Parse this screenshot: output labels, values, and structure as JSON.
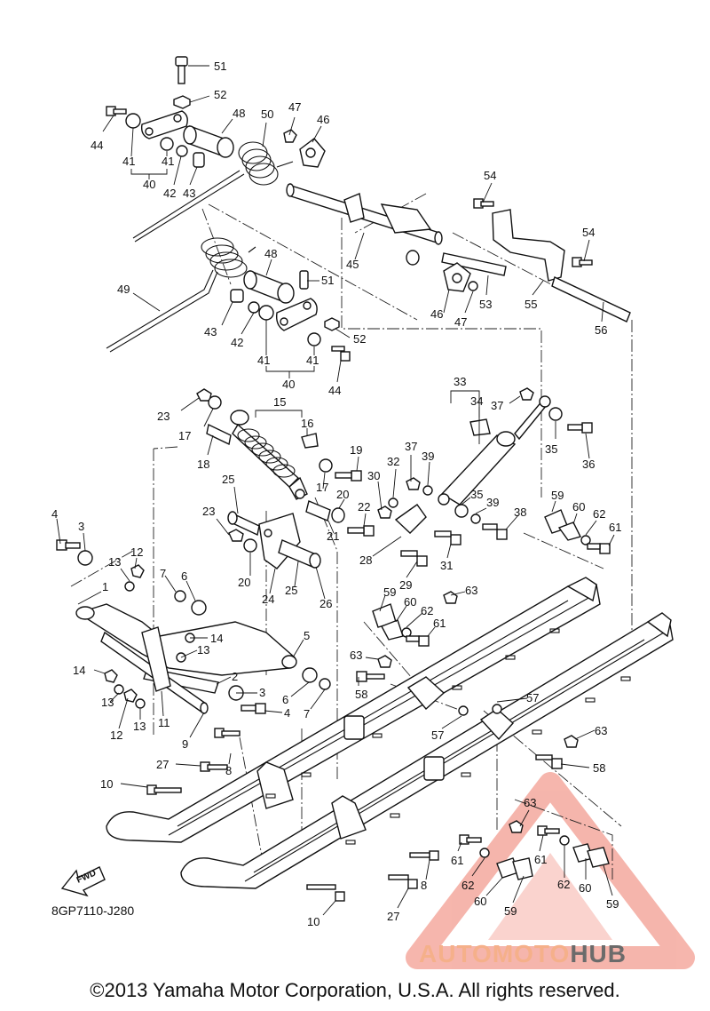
{
  "diagram": {
    "part_code": "8GP7110-J280",
    "fwd_label": "FWD",
    "copyright": "©2013 Yamaha Motor Corporation, U.S.A. All rights reserved.",
    "watermark": {
      "part1": "AUTOMOTO",
      "part2": "HUB",
      "color_primary": "#ee7a6a",
      "color_secondary": "#6b6b6b"
    },
    "callouts": [
      {
        "id": "51",
        "label": "51"
      },
      {
        "id": "52a",
        "label": "52"
      },
      {
        "id": "44a",
        "label": "44"
      },
      {
        "id": "48a",
        "label": "48"
      },
      {
        "id": "50",
        "label": "50"
      },
      {
        "id": "47a",
        "label": "47"
      },
      {
        "id": "46a",
        "label": "46"
      },
      {
        "id": "41a",
        "label": "41"
      },
      {
        "id": "41b",
        "label": "41"
      },
      {
        "id": "40a",
        "label": "40"
      },
      {
        "id": "42a",
        "label": "42"
      },
      {
        "id": "43a",
        "label": "43"
      },
      {
        "id": "54a",
        "label": "54"
      },
      {
        "id": "54b",
        "label": "54"
      },
      {
        "id": "45",
        "label": "45"
      },
      {
        "id": "48b",
        "label": "48"
      },
      {
        "id": "51b",
        "label": "51"
      },
      {
        "id": "49",
        "label": "49"
      },
      {
        "id": "46b",
        "label": "46"
      },
      {
        "id": "47b",
        "label": "47"
      },
      {
        "id": "53",
        "label": "53"
      },
      {
        "id": "55",
        "label": "55"
      },
      {
        "id": "56",
        "label": "56"
      },
      {
        "id": "43b",
        "label": "43"
      },
      {
        "id": "42b",
        "label": "42"
      },
      {
        "id": "41c",
        "label": "41"
      },
      {
        "id": "41d",
        "label": "41"
      },
      {
        "id": "52b",
        "label": "52"
      },
      {
        "id": "40b",
        "label": "40"
      },
      {
        "id": "44b",
        "label": "44"
      },
      {
        "id": "33",
        "label": "33"
      },
      {
        "id": "34",
        "label": "34"
      },
      {
        "id": "37a",
        "label": "37"
      },
      {
        "id": "15",
        "label": "15"
      },
      {
        "id": "16",
        "label": "16"
      },
      {
        "id": "23a",
        "label": "23"
      },
      {
        "id": "17a",
        "label": "17"
      },
      {
        "id": "18",
        "label": "18"
      },
      {
        "id": "35a",
        "label": "35"
      },
      {
        "id": "36",
        "label": "36"
      },
      {
        "id": "19",
        "label": "19"
      },
      {
        "id": "17b",
        "label": "17"
      },
      {
        "id": "37b",
        "label": "37"
      },
      {
        "id": "32",
        "label": "32"
      },
      {
        "id": "39a",
        "label": "39"
      },
      {
        "id": "25a",
        "label": "25"
      },
      {
        "id": "30",
        "label": "30"
      },
      {
        "id": "20a",
        "label": "20"
      },
      {
        "id": "35b",
        "label": "35"
      },
      {
        "id": "39b",
        "label": "39"
      },
      {
        "id": "22",
        "label": "22"
      },
      {
        "id": "59a",
        "label": "59"
      },
      {
        "id": "60a",
        "label": "60"
      },
      {
        "id": "62a",
        "label": "62"
      },
      {
        "id": "38",
        "label": "38"
      },
      {
        "id": "61a",
        "label": "61"
      },
      {
        "id": "23b",
        "label": "23"
      },
      {
        "id": "21",
        "label": "21"
      },
      {
        "id": "28",
        "label": "28"
      },
      {
        "id": "31",
        "label": "31"
      },
      {
        "id": "4a",
        "label": "4"
      },
      {
        "id": "3a",
        "label": "3"
      },
      {
        "id": "20b",
        "label": "20"
      },
      {
        "id": "24",
        "label": "24"
      },
      {
        "id": "25b",
        "label": "25"
      },
      {
        "id": "29",
        "label": "29"
      },
      {
        "id": "12a",
        "label": "12"
      },
      {
        "id": "13a",
        "label": "13"
      },
      {
        "id": "7a",
        "label": "7"
      },
      {
        "id": "6a",
        "label": "6"
      },
      {
        "id": "26",
        "label": "26"
      },
      {
        "id": "63a",
        "label": "63"
      },
      {
        "id": "1",
        "label": "1"
      },
      {
        "id": "59b",
        "label": "59"
      },
      {
        "id": "60b",
        "label": "60"
      },
      {
        "id": "62b",
        "label": "62"
      },
      {
        "id": "14a",
        "label": "14"
      },
      {
        "id": "61b",
        "label": "61"
      },
      {
        "id": "13b",
        "label": "13"
      },
      {
        "id": "5",
        "label": "5"
      },
      {
        "id": "63b",
        "label": "63"
      },
      {
        "id": "14b",
        "label": "14"
      },
      {
        "id": "2",
        "label": "2"
      },
      {
        "id": "58a",
        "label": "58"
      },
      {
        "id": "3b",
        "label": "3"
      },
      {
        "id": "6b",
        "label": "6"
      },
      {
        "id": "13c",
        "label": "13"
      },
      {
        "id": "4b",
        "label": "4"
      },
      {
        "id": "7b",
        "label": "7"
      },
      {
        "id": "57a",
        "label": "57"
      },
      {
        "id": "12b",
        "label": "12"
      },
      {
        "id": "13d",
        "label": "13"
      },
      {
        "id": "11",
        "label": "11"
      },
      {
        "id": "57b",
        "label": "57"
      },
      {
        "id": "9",
        "label": "9"
      },
      {
        "id": "63c",
        "label": "63"
      },
      {
        "id": "27a",
        "label": "27"
      },
      {
        "id": "8a",
        "label": "8"
      },
      {
        "id": "58b",
        "label": "58"
      },
      {
        "id": "10a",
        "label": "10"
      },
      {
        "id": "63d",
        "label": "63"
      },
      {
        "id": "61c",
        "label": "61"
      },
      {
        "id": "62c",
        "label": "62"
      },
      {
        "id": "61d",
        "label": "61"
      },
      {
        "id": "8b",
        "label": "8"
      },
      {
        "id": "62d",
        "label": "62"
      },
      {
        "id": "59c",
        "label": "59"
      },
      {
        "id": "60c",
        "label": "60"
      },
      {
        "id": "59d",
        "label": "59"
      },
      {
        "id": "60d",
        "label": "60"
      },
      {
        "id": "27b",
        "label": "27"
      },
      {
        "id": "10b",
        "label": "10"
      }
    ]
  }
}
